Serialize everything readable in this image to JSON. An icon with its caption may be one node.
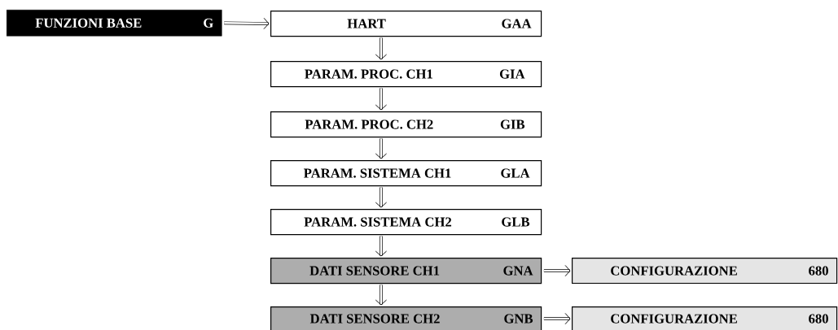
{
  "diagram": {
    "nodes": [
      {
        "text": [
          "FUNZIONI BASE",
          "G"
        ]
      },
      {
        "text": [
          "HART",
          "GAA"
        ]
      },
      {
        "text": [
          "PARAM. PROC. CH1",
          "GIA"
        ]
      },
      {
        "text": [
          "PARAM. PROC. CH2",
          "GIB"
        ]
      },
      {
        "text": [
          "PARAM. SISTEMA CH1",
          "GLA"
        ]
      },
      {
        "text": [
          "PARAM. SISTEMA CH2",
          "GLB"
        ]
      },
      {
        "text": [
          "DATI SENSORE CH1",
          "GNA"
        ]
      },
      {
        "text": [
          "CONFIGURAZIONE",
          "680"
        ]
      },
      {
        "text": [
          "DATI SENSORE CH2",
          "GNB"
        ]
      },
      {
        "text": [
          "CONFIGURAZIONE",
          "680"
        ]
      }
    ],
    "edges": [
      {
        "from": 0,
        "to": 1,
        "arrow": "to"
      },
      {
        "from": 1,
        "to": 2,
        "arrow": "to"
      },
      {
        "from": 2,
        "to": 3,
        "arrow": "to"
      },
      {
        "from": 3,
        "to": 4,
        "arrow": "to"
      },
      {
        "from": 4,
        "to": 5,
        "arrow": "to"
      },
      {
        "from": 5,
        "to": 6,
        "arrow": "to"
      },
      {
        "from": 6,
        "to": 7,
        "arrow": "to"
      },
      {
        "from": 6,
        "to": 8,
        "arrow": "to"
      },
      {
        "from": 8,
        "to": 9,
        "arrow": "to"
      }
    ]
  }
}
